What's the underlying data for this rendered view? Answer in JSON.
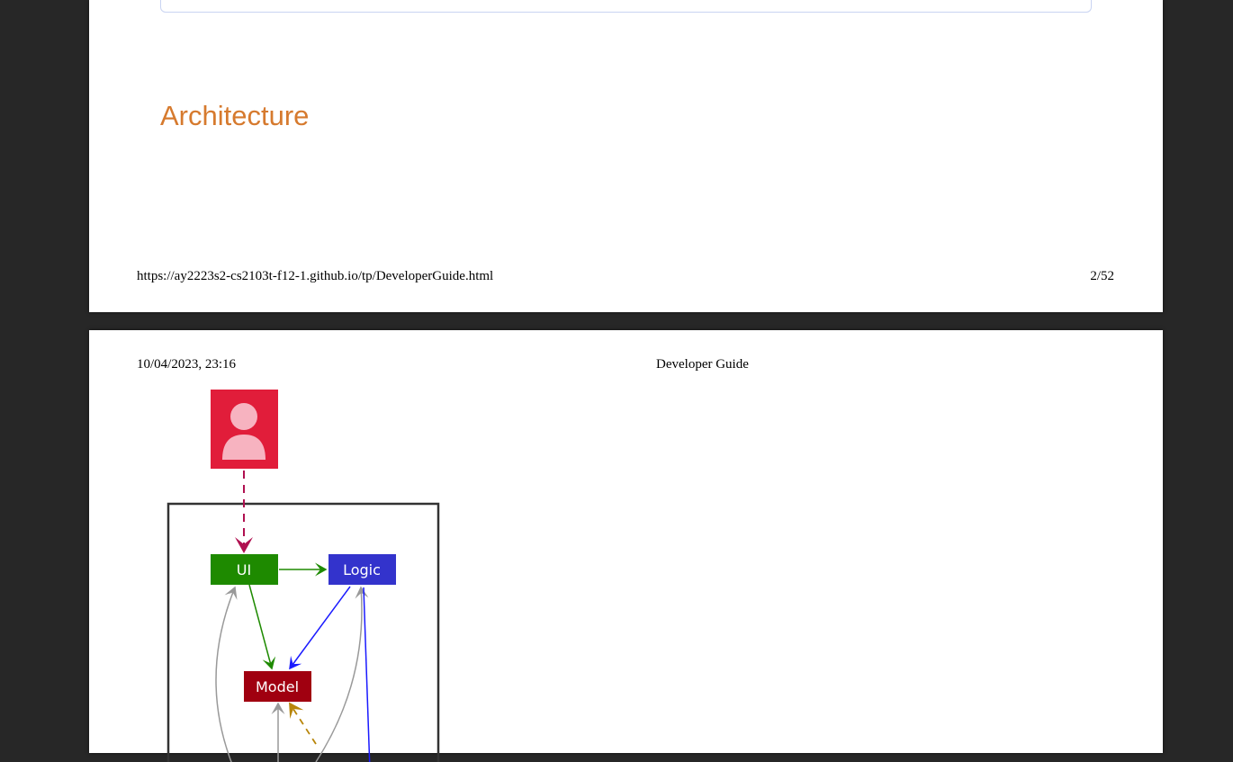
{
  "page_top": {
    "heading": "Architecture",
    "footer_url": "https://ay2223s2-cs2103t-f12-1.github.io/tp/DeveloperGuide.html",
    "footer_page": "2/52"
  },
  "page_next": {
    "header_date": "10/04/2023, 23:16",
    "header_title": "Developer Guide",
    "diagram": {
      "nodes": {
        "ui": "UI",
        "logic": "Logic",
        "model": "Model"
      },
      "icons": [
        "user-icon"
      ],
      "colors": {
        "user": "#e11d3a",
        "ui": "#1e8a00",
        "logic": "#3333cc",
        "model": "#a00010",
        "user_edge": "#b01050",
        "ui_edge": "#1e8a00",
        "logic_edge": "#1a1aff",
        "gray_edge": "#999999",
        "storage_edge": "#b8860b"
      }
    }
  }
}
